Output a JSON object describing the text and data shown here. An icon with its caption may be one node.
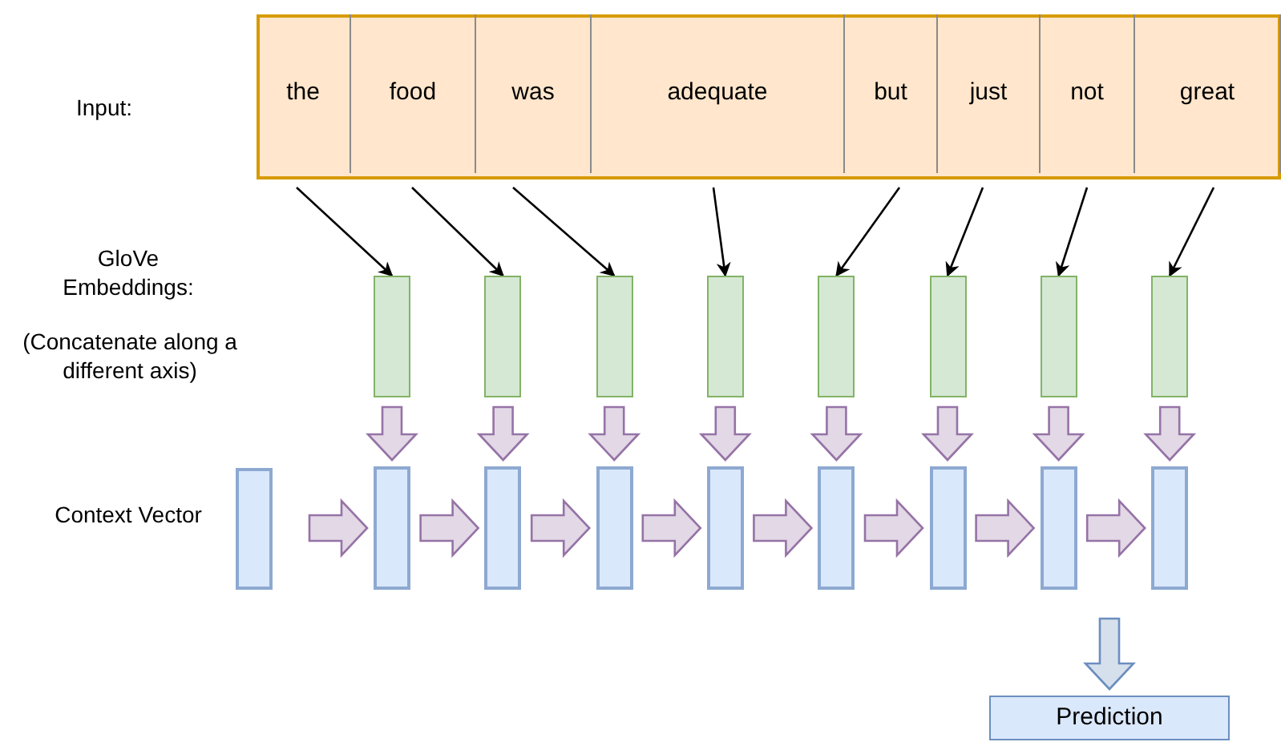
{
  "diagram": {
    "nodes": [
      {
        "text": [],
        "shape": "box"
      },
      {
        "text": [
          "the"
        ],
        "in": 0
      },
      {
        "text": [
          "food"
        ],
        "in": 0
      },
      {
        "text": [
          "was"
        ],
        "in": 0
      },
      {
        "text": [
          "adequate"
        ],
        "in": 0
      },
      {
        "text": [
          "but"
        ],
        "in": 0
      },
      {
        "text": [
          "just"
        ],
        "in": 0
      },
      {
        "text": [
          "not"
        ],
        "in": 0
      },
      {
        "text": [
          "great"
        ],
        "in": 0
      },
      {
        "text": [],
        "shape": "bar"
      },
      {
        "text": [],
        "shape": "bar"
      },
      {
        "text": [],
        "shape": "bar"
      },
      {
        "text": [],
        "shape": "bar"
      },
      {
        "text": [],
        "shape": "bar"
      },
      {
        "text": [],
        "shape": "bar"
      },
      {
        "text": [],
        "shape": "bar"
      },
      {
        "text": [],
        "shape": "bar"
      },
      {
        "text": [],
        "shape": "bar"
      },
      {
        "text": [],
        "shape": "bar"
      },
      {
        "text": [],
        "shape": "bar"
      },
      {
        "text": [],
        "shape": "bar"
      },
      {
        "text": [],
        "shape": "bar"
      },
      {
        "text": [],
        "shape": "bar"
      },
      {
        "text": [],
        "shape": "bar"
      },
      {
        "text": [],
        "shape": "bar"
      },
      {
        "text": [],
        "shape": "bar"
      },
      {
        "text": [
          "Prediction"
        ]
      }
    ],
    "edges": [
      {
        "from": 1,
        "to": 9,
        "arrow": "to",
        "color": "#000000"
      },
      {
        "from": 2,
        "to": 10,
        "arrow": "to",
        "color": "#000000"
      },
      {
        "from": 3,
        "to": 11,
        "arrow": "to",
        "color": "#000000"
      },
      {
        "from": 4,
        "to": 12,
        "arrow": "to",
        "color": "#000000"
      },
      {
        "from": 5,
        "to": 13,
        "arrow": "to",
        "color": "#000000"
      },
      {
        "from": 6,
        "to": 14,
        "arrow": "to",
        "color": "#000000"
      },
      {
        "from": 7,
        "to": 15,
        "arrow": "to",
        "color": "#000000"
      },
      {
        "from": 8,
        "to": 16,
        "arrow": "to",
        "color": "#000000"
      },
      {
        "from": 9,
        "to": 18,
        "arrow": "to",
        "style": "thick",
        "color": "#9673a6"
      },
      {
        "from": 10,
        "to": 19,
        "arrow": "to",
        "style": "thick",
        "color": "#9673a6"
      },
      {
        "from": 11,
        "to": 20,
        "arrow": "to",
        "style": "thick",
        "color": "#9673a6"
      },
      {
        "from": 12,
        "to": 21,
        "arrow": "to",
        "style": "thick",
        "color": "#9673a6"
      },
      {
        "from": 13,
        "to": 22,
        "arrow": "to",
        "style": "thick",
        "color": "#9673a6"
      },
      {
        "from": 14,
        "to": 23,
        "arrow": "to",
        "style": "thick",
        "color": "#9673a6"
      },
      {
        "from": 15,
        "to": 24,
        "arrow": "to",
        "style": "thick",
        "color": "#9673a6"
      },
      {
        "from": 16,
        "to": 25,
        "arrow": "to",
        "style": "thick",
        "color": "#9673a6"
      },
      {
        "from": 17,
        "to": 18,
        "arrow": "to",
        "style": "thick",
        "color": "#9673a6"
      },
      {
        "from": 18,
        "to": 19,
        "arrow": "to",
        "style": "thick",
        "color": "#9673a6"
      },
      {
        "from": 19,
        "to": 20,
        "arrow": "to",
        "style": "thick",
        "color": "#9673a6"
      },
      {
        "from": 20,
        "to": 21,
        "arrow": "to",
        "style": "thick",
        "color": "#9673a6"
      },
      {
        "from": 21,
        "to": 22,
        "arrow": "to",
        "style": "thick",
        "color": "#9673a6"
      },
      {
        "from": 22,
        "to": 23,
        "arrow": "to",
        "style": "thick",
        "color": "#9673a6"
      },
      {
        "from": 23,
        "to": 24,
        "arrow": "to",
        "style": "thick",
        "color": "#9673a6"
      },
      {
        "from": 24,
        "to": 25,
        "arrow": "to",
        "style": "thick",
        "color": "#9673a6"
      },
      {
        "from": 25,
        "to": 26,
        "arrow": "to",
        "style": "thick",
        "color": "#6c8ebf"
      }
    ],
    "labels": [
      "Input:",
      "GloVe Embeddings:",
      "(Concatenate along a different axis)",
      "Context Vector"
    ]
  }
}
